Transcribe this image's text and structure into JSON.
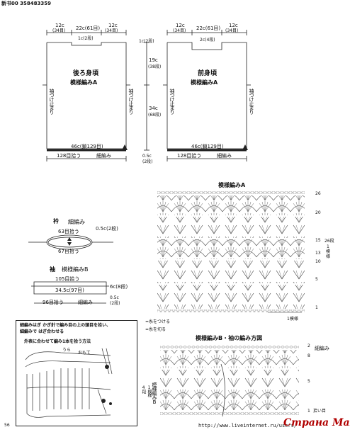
{
  "header": {
    "code": "新书00 358483359"
  },
  "back": {
    "top_left_w": "12c",
    "top_left_rows": "(34目)",
    "top_center_w": "22c(61目)",
    "top_right_w": "12c",
    "top_right_rows": "(34目)",
    "neck": "1c(2段)",
    "title": "後ろ身頃",
    "pattern": "模様編みA",
    "armhole": "袖つけ止まり",
    "bottom_w": "46c(鎖129目)",
    "pick": "128目拾う",
    "edge": "細編み"
  },
  "front": {
    "top_left_w": "12c",
    "top_left_rows": "(34目)",
    "top_center_w": "22c(61目)",
    "top_right_w": "12c",
    "top_right_rows": "(34目)",
    "neck": "2c(4段)",
    "title": "前身頃",
    "pattern": "模様編みA",
    "armhole": "袖つけ止まり",
    "bottom_w": "46c(鎖129目)",
    "pick": "128目拾う",
    "edge": "細編み"
  },
  "mid": {
    "shoulder": "1c(2段)",
    "armhole_h": "19c",
    "armhole_rows": "(38段)",
    "body_h": "34c",
    "body_rows": "(68段)",
    "hem": "0.5c",
    "hem_rows": "(2段)"
  },
  "collar": {
    "title": "衿",
    "pattern": "細編み",
    "top": "63目拾う",
    "side": "0.5c(2段)",
    "bottom": "67目拾う"
  },
  "sleeve": {
    "title": "袖",
    "pattern": "模様編みB",
    "top": "105目拾う",
    "width": "34.5c(97目)",
    "side": "6c(8段)",
    "hem": "0.5c",
    "hem_rows": "(2段)",
    "pick": "96目拾う",
    "edge": "細編み"
  },
  "patternA": {
    "title": "模様編みA",
    "rows": [
      "26",
      "20",
      "15",
      "13",
      "10",
      "5",
      "1"
    ],
    "repeat_a": "26段",
    "repeat_b": "1",
    "repeat_c": "模",
    "repeat_d": "様",
    "stitch_rep": "1模様",
    "legend_join": "=糸をつける",
    "legend_cut": "=糸を切る"
  },
  "patternB": {
    "title": "模様編みB・袖の編み方図",
    "edge": "細編み",
    "row2": "2",
    "row8": "8",
    "row5": "5",
    "row1": "1",
    "pick_label": "拾い目",
    "side_a": "4段",
    "side_b": "1模様",
    "side_c": "模様編みB"
  },
  "note": {
    "line1": "細編みはぎ  かぎ針で編み目の上の頭目を拾い、",
    "line2": "細編みで  はぎ合わせる",
    "line3": "外表に合わせて編み1本を拾う方法",
    "label_back": "うら",
    "label_front": "おもて"
  },
  "footer": {
    "page": "56",
    "url": "http://www.liveinternet.ru/users/",
    "watermark": "Страна Мам"
  }
}
